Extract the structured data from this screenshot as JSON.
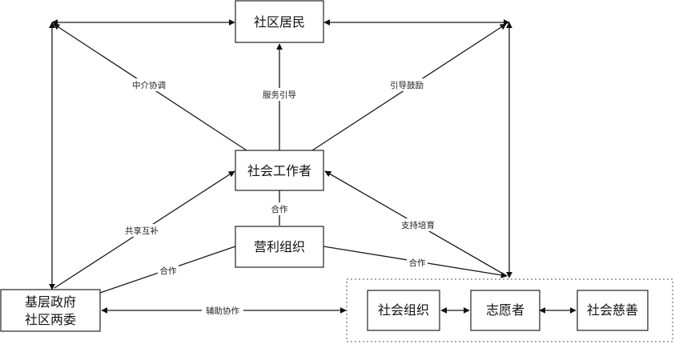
{
  "nodes": {
    "residents": "社区居民",
    "social_worker": "社会工作者",
    "profit_org": "营利组织",
    "government_line1": "基层政府",
    "government_line2": "社区两委",
    "social_org": "社会组织",
    "volunteer": "志愿者",
    "charity": "社会慈善"
  },
  "edges": {
    "mediation": "中介协调",
    "service_guide": "服务引导",
    "guide_encourage": "引导鼓励",
    "cooperate_top": "合作",
    "share_complement": "共享互补",
    "support_cultivate": "支持培育",
    "cooperate_left": "合作",
    "cooperate_right": "合作",
    "assist_cooperate": "辅助协作"
  }
}
